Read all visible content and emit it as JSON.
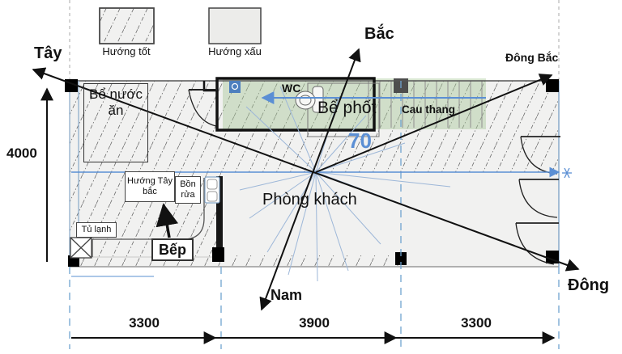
{
  "legend": {
    "good_label": "Hướng tốt",
    "bad_label": "Hướng xấu"
  },
  "compass": {
    "north": "Bắc",
    "south": "Nam",
    "west": "Tây",
    "east": "Đông",
    "northeast": "Đông Bắc"
  },
  "rooms": {
    "water_tank": "Bể nước ăn",
    "wc": "WC",
    "septic_tank": "Bể phốt",
    "stairs": "Cau thang",
    "living_room": "Phòng khách",
    "kitchen": "Bếp",
    "fridge": "Tủ lạnh",
    "sink": "Bồn rửa",
    "kitchen_direction": "Hướng Tây bắc"
  },
  "dimensions": {
    "left_height": "4000",
    "bottom_left": "3300",
    "bottom_middle": "3900",
    "bottom_right": "3300",
    "wc_offset": "70"
  },
  "colors": {
    "annotation_blue": "#5b8fd4",
    "green_overlay": "#a8c89a",
    "plan_fill": "#f1f1f0",
    "hatch_gray": "#6b6b6b"
  }
}
